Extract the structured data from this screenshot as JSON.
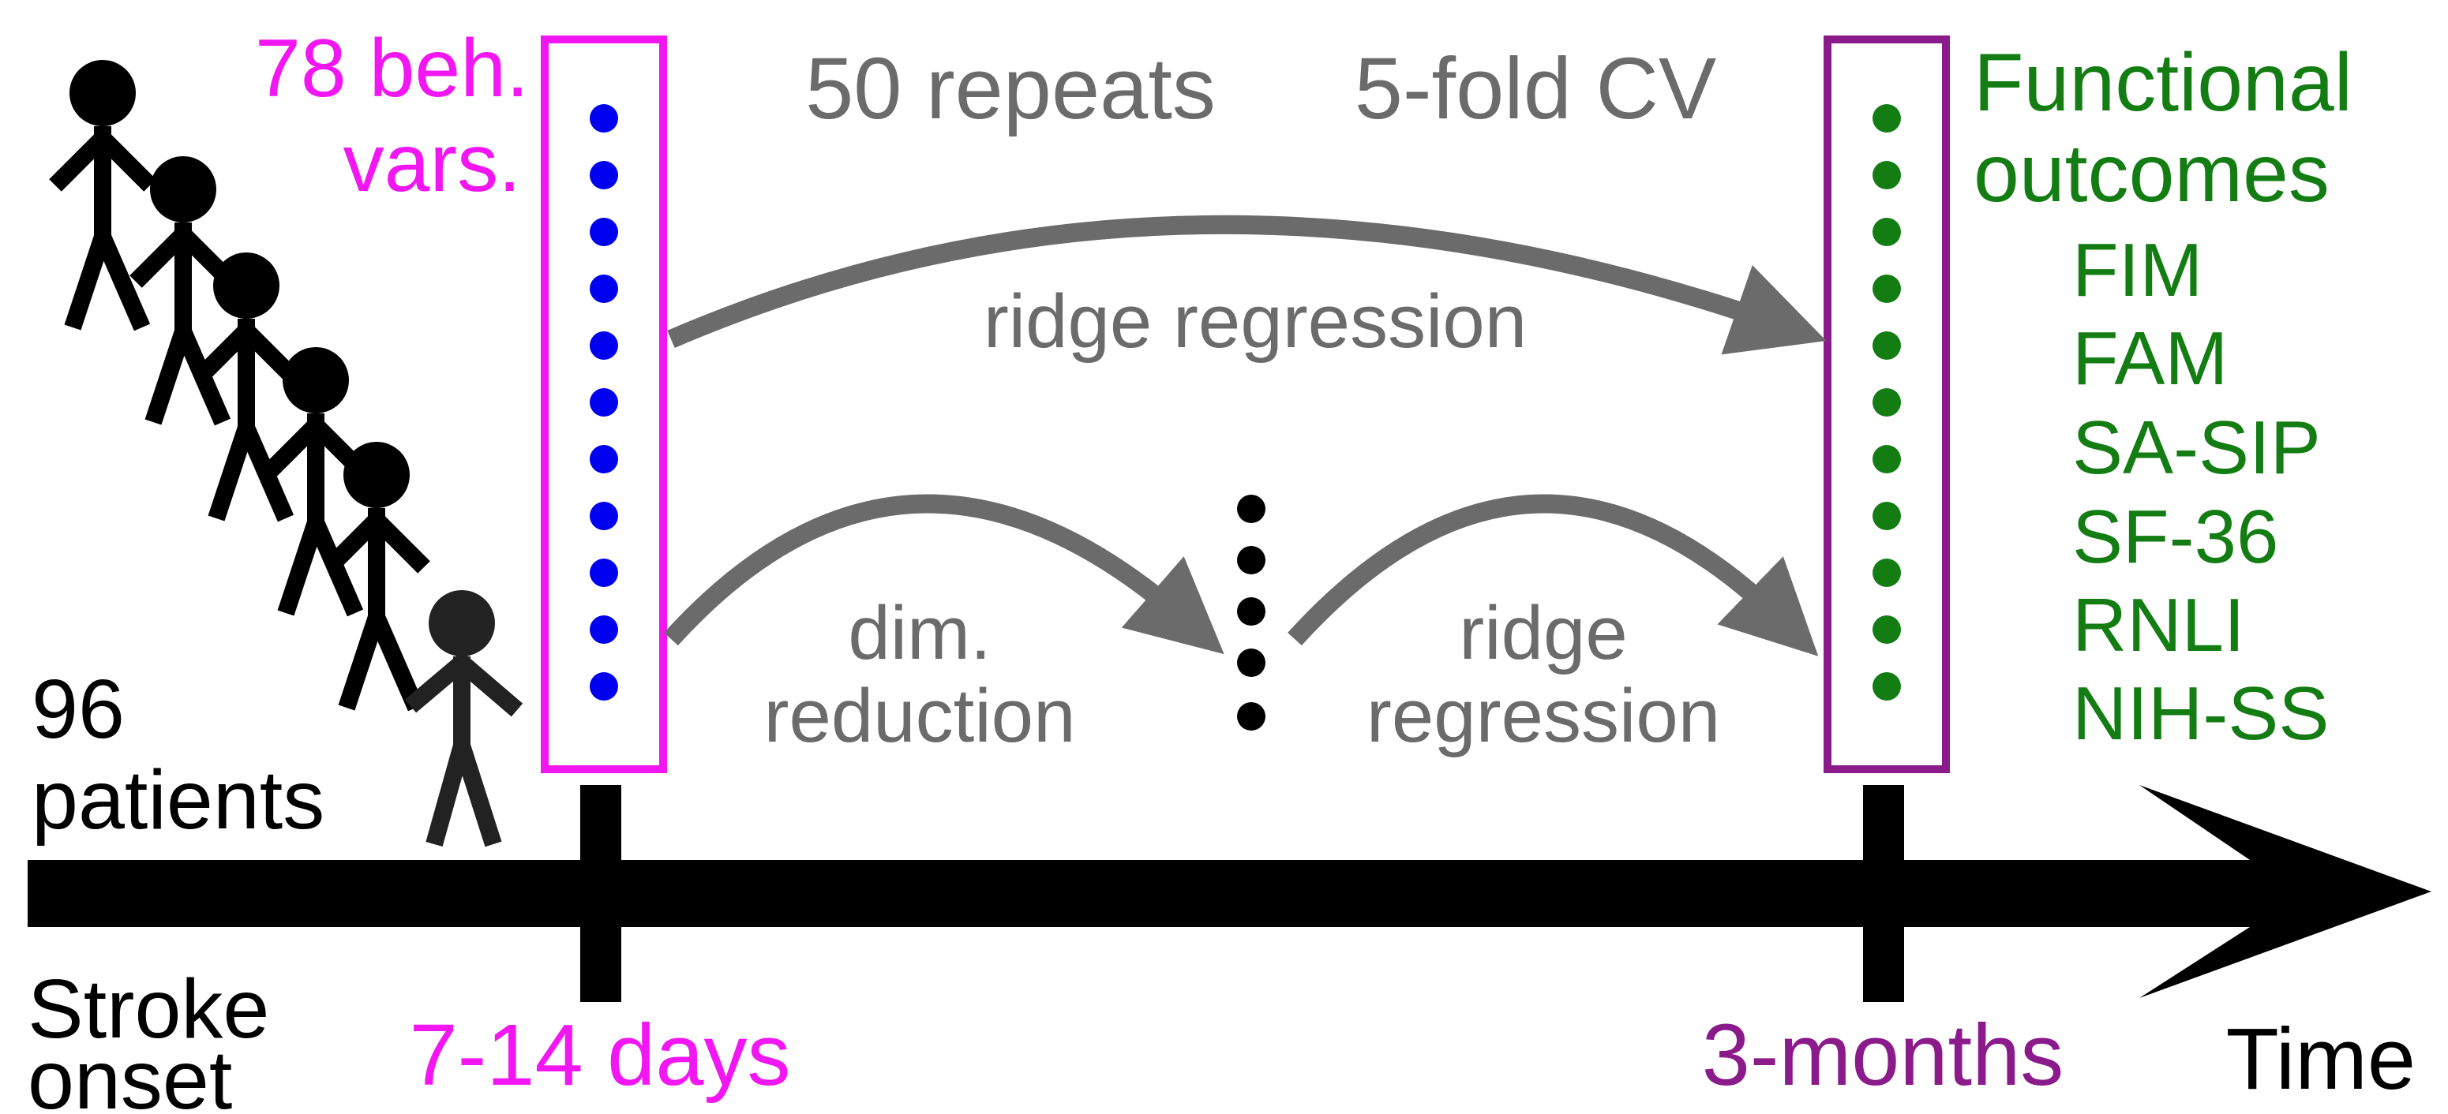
{
  "colors": {
    "magenta": "#f217f2",
    "purple": "#8b1a8b",
    "green": "#137d13",
    "blue": "#0000f0",
    "gray": "#6b6b6b",
    "black": "#000000"
  },
  "labels": {
    "beh_vars_line1": "78 beh.",
    "beh_vars_line2": "vars.",
    "repeats": "50 repeats",
    "cv": "5-fold CV",
    "outcomes_line1": "Functional",
    "outcomes_line2": "outcomes",
    "ridge_top": "ridge regression",
    "dim_line1": "dim.",
    "dim_line2": "reduction",
    "ridge_bottom_line1": "ridge",
    "ridge_bottom_line2": "regression",
    "patients_line1": "96",
    "patients_line2": "patients",
    "stroke_line1": "Stroke",
    "stroke_line2": "onset",
    "days": "7-14 days",
    "months": "3-months",
    "time": "Time"
  },
  "outcome_list": [
    "FIM",
    "FAM",
    "SA-SIP",
    "SF-36",
    "RNLI",
    "NIH-SS"
  ],
  "icons": [
    "person-icon",
    "arrow-icon",
    "feature-dot-icon"
  ]
}
